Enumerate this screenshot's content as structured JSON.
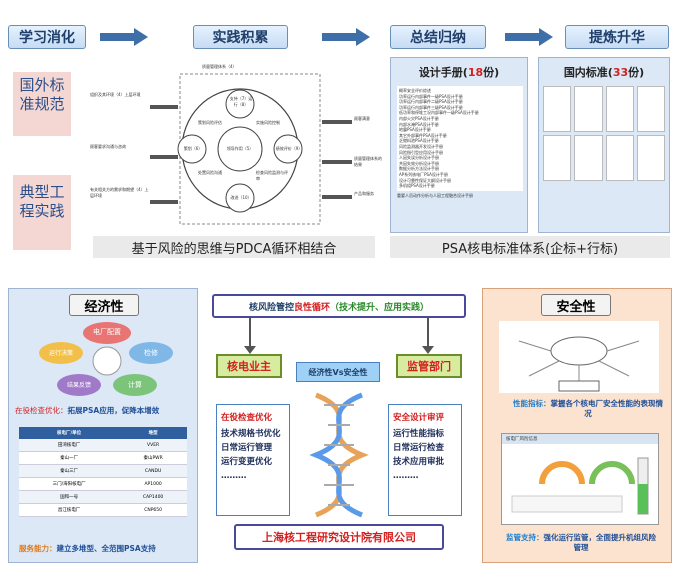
{
  "top": {
    "headers": [
      "学习消化",
      "实践积累",
      "总结归纳",
      "提炼升华"
    ],
    "left_labels": [
      "国外标准规范",
      "典型工程实践"
    ],
    "cycle": {
      "title": "质量管理体系（4）",
      "nodes": [
        "支持（7）运行（8）",
        "策划（6）",
        "领导作用（5）",
        "绩效评价（9）",
        "改进（10）"
      ],
      "inner_labels": [
        "策划风险评估",
        "实施风险控制",
        "处置风险沟通",
        "检查风险监测与评审"
      ],
      "left_inputs": [
        "组织及其环境（4）上层环境",
        "顾客要求沟通与咨询",
        "有关相关方的需求和期望（4）上层环境"
      ],
      "right_outputs": [
        "顾客满意",
        "质量管理体系的结果",
        "产品和服务"
      ]
    },
    "caption_left": "基于风险的思维与PDCA循环相结合",
    "manual": {
      "title_prefix": "设计手册(",
      "count": "18",
      "title_suffix": "份)",
      "items": [
        "概率安全评价综述",
        "功率运行内部事件一级PSA设计手册",
        "功率运行内部事件二级PSA设计手册",
        "功率运行内部事件三级PSA设计手册",
        "低功率和停堆工况内部事件一级PSA设计手册",
        "内部火灾PSA设计手册",
        "内部水淹PSA设计手册",
        "地震PSA设计手册",
        "其它外部事件PSA设计手册",
        "乏燃料池PSA设计手册",
        "风险监测器开发设计手册",
        "风险指引型应用设计手册",
        "人因失误分析设计手册",
        "共因失效分析设计手册",
        "数据分析方法设计手册",
        "AP系列核电厂PSA设计手册",
        "设计可靠性保证大纲设计手册",
        "多机组PSA设计手册"
      ],
      "footer": "重要人员动作分析与人因工程融合设计手册"
    },
    "domestic": {
      "title_prefix": "国内标准(",
      "count": "33",
      "title_suffix": "份)"
    },
    "caption_right": "PSA核电标准体系(企标+行标)"
  },
  "economy": {
    "title": "经济性",
    "petals": [
      "电厂配置",
      "检修",
      "计算",
      "结果反馈",
      "运行决策"
    ],
    "subtitle_prefix": "在役检查优化：",
    "subtitle_body": "拓展PSA应用，促降本增效",
    "table_headers": [
      "核电厂/单位",
      "堆型"
    ],
    "table_rows": [
      [
        "田湾核电厂",
        "VVER"
      ],
      [
        "秦山一厂",
        "秦山PWR"
      ],
      [
        "秦山三厂",
        "CANDU"
      ],
      [
        "三门/海阳核电厂",
        "AP1000"
      ],
      [
        "国和一号",
        "CAP1400"
      ],
      [
        "昌江核电厂",
        "CNP650"
      ]
    ],
    "footer_prefix": "服务能力：",
    "footer_body": "建立多堆型、全范围PSA支持"
  },
  "center": {
    "title_a": "核风险管控",
    "title_b": "良性循环",
    "title_c": "（技术提升、应用实践）",
    "left_box": "核电业主",
    "middle_box": "经济性Vs安全性",
    "right_box": "监管部门",
    "left_title": "在役检查优化",
    "left_items": [
      "技术规格书优化",
      "日常运行管理",
      "运行变更优化",
      "………"
    ],
    "right_title": "安全设计审评",
    "right_items": [
      "运行性能指标",
      "日常运行检查",
      "技术应用审批",
      "………"
    ],
    "company": "上海核工程研究设计院有限公司"
  },
  "safety": {
    "title": "安全性",
    "perf_label": "性能指标：",
    "perf_body": "掌握各个核电厂安全性能的表现情况",
    "sup_label": "监管支持：",
    "sup_body": "强化运行监管，全面提升机组风险管理",
    "screen_title": "核电厂风险信息"
  },
  "colors": {
    "accent_blue": "#1f4f98",
    "red": "#d32020",
    "green_box": "#d7ec9f",
    "blue_box": "#9fd0f5",
    "orange_panel": "#fbe3cf",
    "blue_panel": "#dce8f6"
  }
}
